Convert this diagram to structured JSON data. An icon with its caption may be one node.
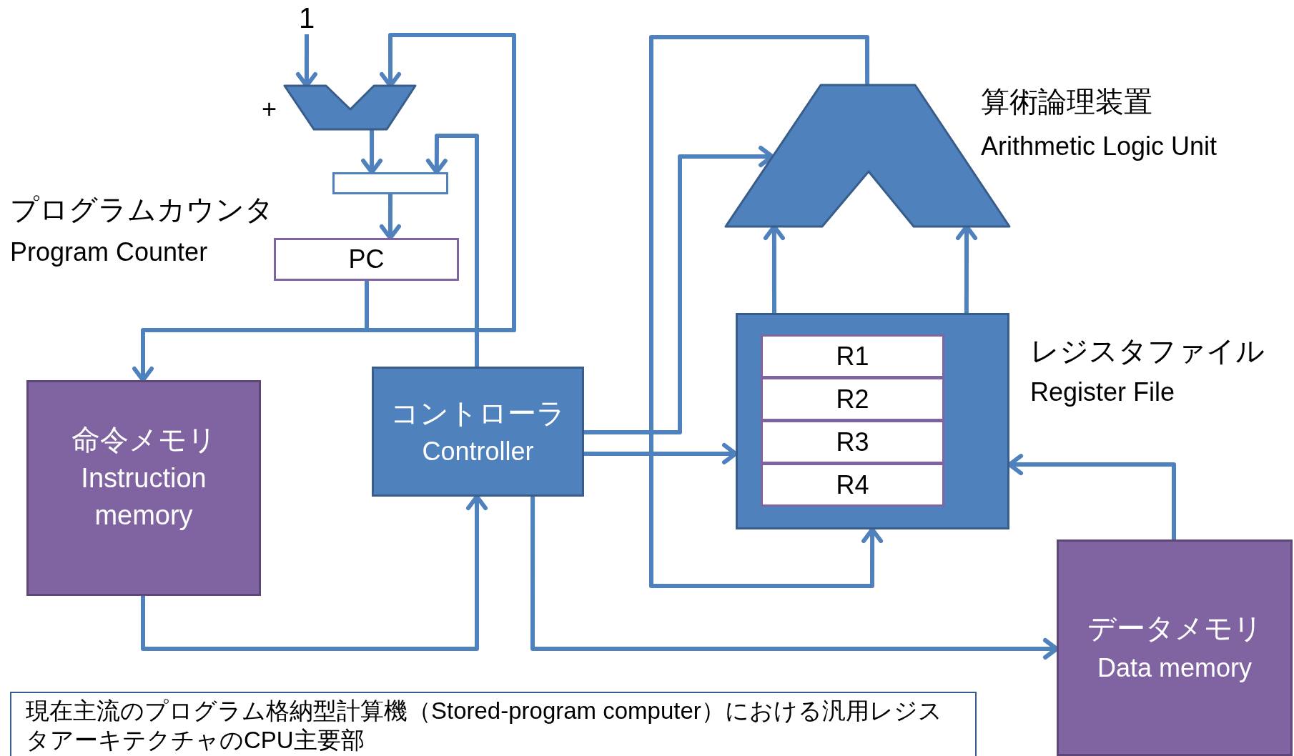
{
  "diagram": {
    "nodes": [
      {
        "text": [
          "1"
        ]
      },
      {
        "text": [],
        "shape": "trapezoid",
        "beside": [
          "+"
        ]
      },
      {
        "text": [],
        "shape": "box"
      },
      {
        "text": [
          "PC"
        ],
        "beside": [
          "プログラムカウンタ",
          "Program Counter"
        ]
      },
      {
        "text": [],
        "shape": "trapezoid",
        "beside": [
          "算術論理装置",
          "Arithmetic Logic Unit"
        ]
      },
      {
        "text": [
          "命令メモリ",
          "Instruction memory"
        ]
      },
      {
        "text": [
          "コントローラ",
          "Controller"
        ]
      },
      {
        "text": [],
        "shape": "box",
        "beside": [
          "レジスタファイル",
          "Register File"
        ]
      },
      {
        "text": [
          "R1"
        ],
        "in": 7
      },
      {
        "text": [
          "R2"
        ],
        "in": 7
      },
      {
        "text": [
          "R3"
        ],
        "in": 7
      },
      {
        "text": [
          "R4"
        ],
        "in": 7
      },
      {
        "text": [
          "データメモリ",
          "Data memory"
        ]
      },
      {
        "text": [
          "現在主流のプログラム格納型計算機（Stored-program computer）における汎用レジスタアーキテクチャのCPU主要部"
        ]
      }
    ],
    "edges": [
      {
        "from": 0,
        "to": 1,
        "arrow": "to"
      },
      {
        "from": 3,
        "to": 1,
        "arrow": "to"
      },
      {
        "from": 3,
        "to": 5,
        "arrow": "to"
      },
      {
        "from": 1,
        "to": 2,
        "arrow": "to"
      },
      {
        "from": 6,
        "to": 2,
        "arrow": "to"
      },
      {
        "from": 2,
        "to": 3,
        "arrow": "to"
      },
      {
        "from": 5,
        "to": 6,
        "arrow": "to"
      },
      {
        "from": 6,
        "to": 4,
        "arrow": "to"
      },
      {
        "from": 6,
        "to": 7,
        "arrow": "to"
      },
      {
        "from": 4,
        "to": 7,
        "arrow": "to"
      },
      {
        "from": 7,
        "to": 4,
        "arrow": "to"
      },
      {
        "from": 7,
        "to": 4,
        "arrow": "to"
      },
      {
        "from": 6,
        "to": 12,
        "arrow": "to"
      },
      {
        "from": 12,
        "to": 7,
        "arrow": "to"
      }
    ]
  }
}
